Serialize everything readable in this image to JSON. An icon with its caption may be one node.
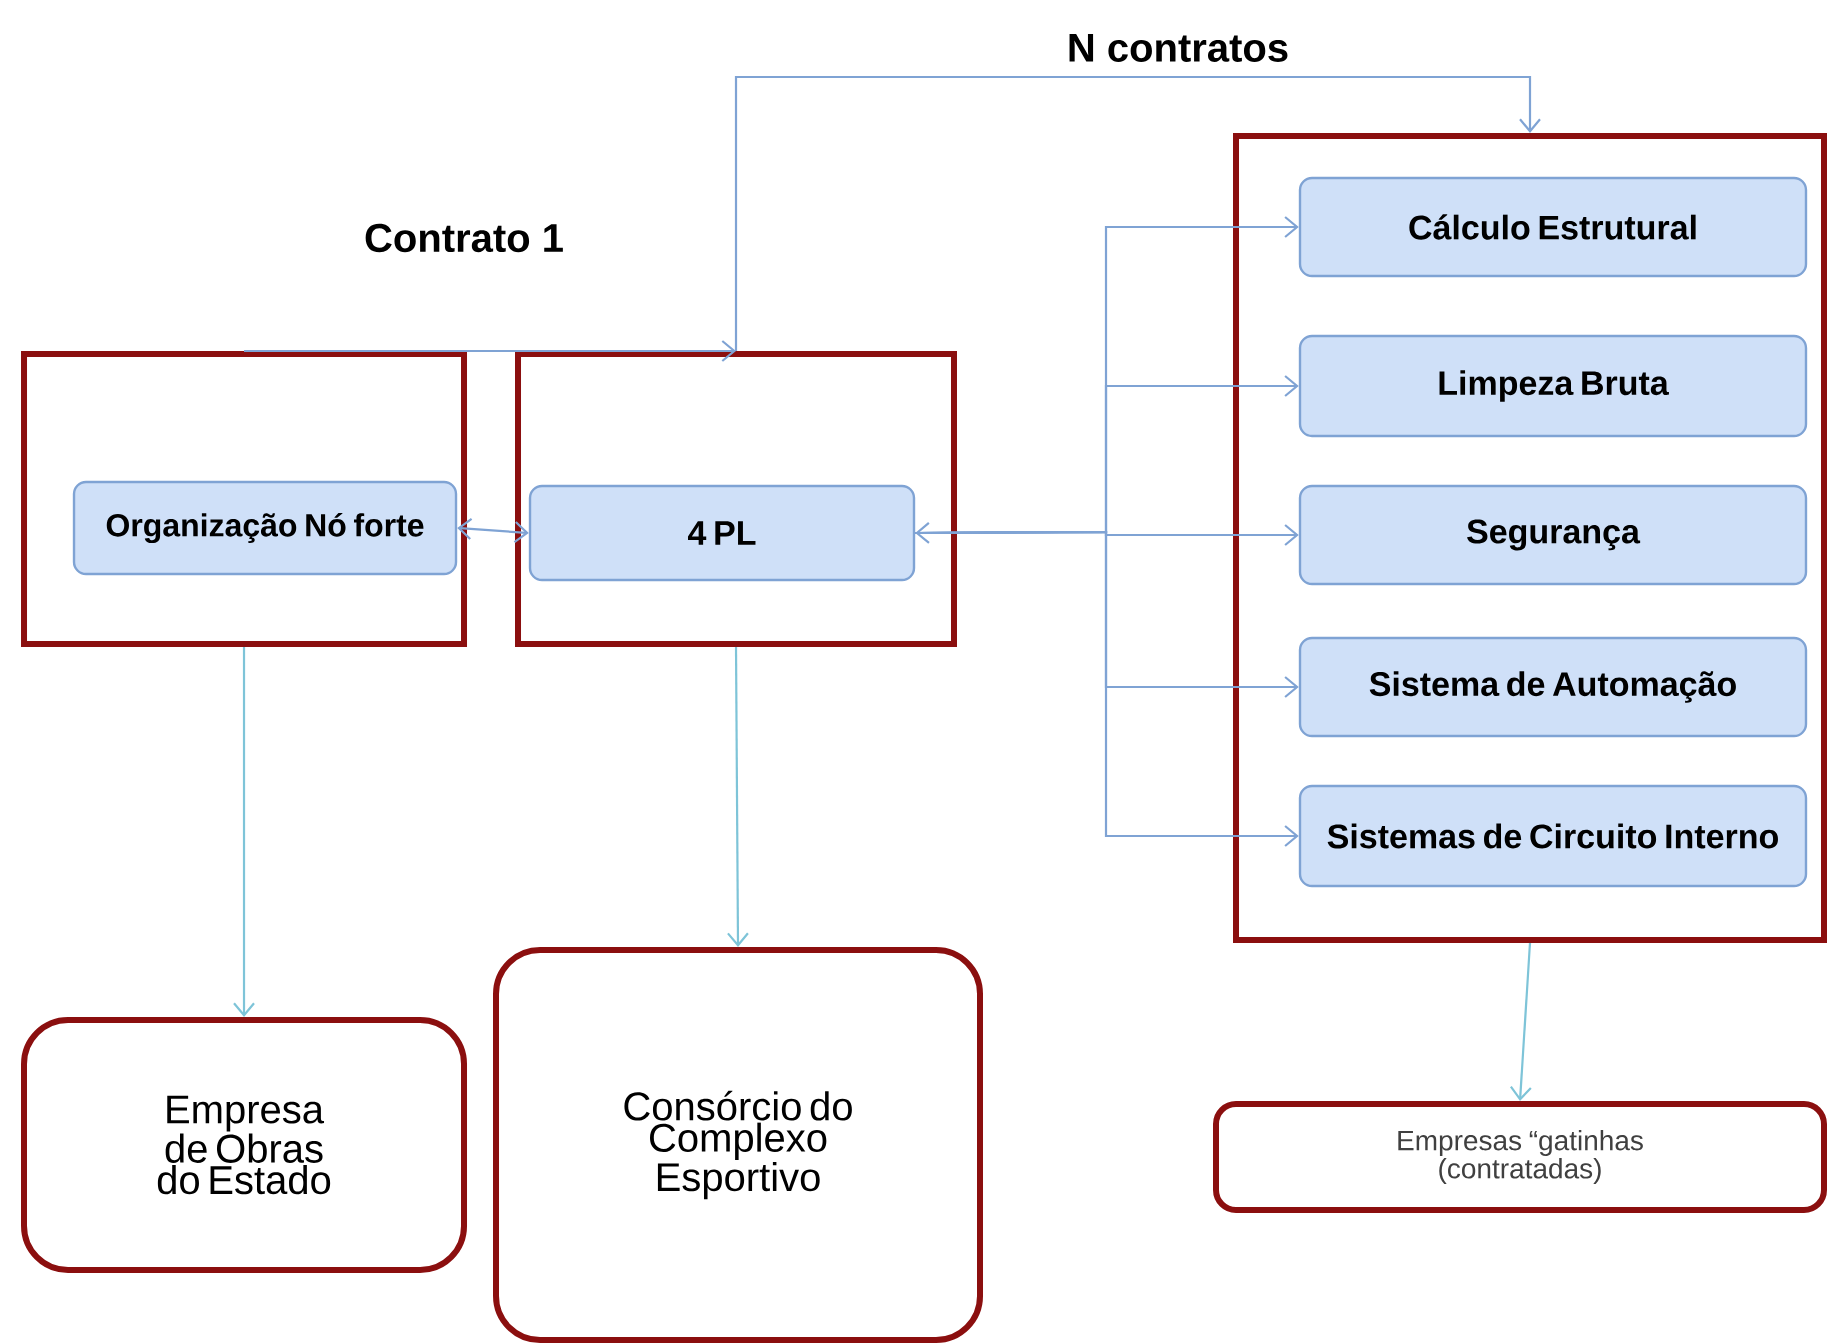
{
  "diagram": {
    "nodes": [
      {
        "text": [],
        "shape": "box"
      },
      {
        "text": [
          "Organização Nó forte"
        ],
        "in": 0
      },
      {
        "text": [],
        "shape": "box"
      },
      {
        "text": [
          "4 PL"
        ],
        "in": 2
      },
      {
        "text": [],
        "shape": "box"
      },
      {
        "text": [
          "Cálculo Estrutural"
        ],
        "in": 4
      },
      {
        "text": [
          "Limpeza Bruta"
        ],
        "in": 4
      },
      {
        "text": [
          "Segurança"
        ],
        "in": 4
      },
      {
        "text": [
          "Sistema de Automação"
        ],
        "in": 4
      },
      {
        "text": [
          "Sistemas de Circuito Interno"
        ],
        "in": 4
      },
      {
        "text": [
          "Empresa de Obras do Estado"
        ]
      },
      {
        "text": [
          "Consórcio do Complexo Esportivo"
        ]
      },
      {
        "text": [
          "Empresas “gatinhas (contratadas)"
        ]
      }
    ],
    "edges": [
      {
        "from": 0,
        "to": 2,
        "arrow": "to",
        "label": "Contrato 1"
      },
      {
        "from": 2,
        "to": 4,
        "arrow": "to",
        "label": "N contratos"
      },
      {
        "from": 1,
        "to": 3,
        "arrow": "both"
      },
      {
        "from": 3,
        "to": 5,
        "arrow": "to"
      },
      {
        "from": 3,
        "to": 6,
        "arrow": "to"
      },
      {
        "from": 3,
        "to": 7,
        "arrow": "both"
      },
      {
        "from": 3,
        "to": 8,
        "arrow": "to"
      },
      {
        "from": 3,
        "to": 9,
        "arrow": "to"
      },
      {
        "from": 0,
        "to": 10,
        "arrow": "to",
        "color": "#7ec4d8"
      },
      {
        "from": 2,
        "to": 11,
        "arrow": "to",
        "color": "#7ec4d8"
      },
      {
        "from": 4,
        "to": 12,
        "arrow": "to",
        "color": "#7ec4d8"
      }
    ]
  }
}
